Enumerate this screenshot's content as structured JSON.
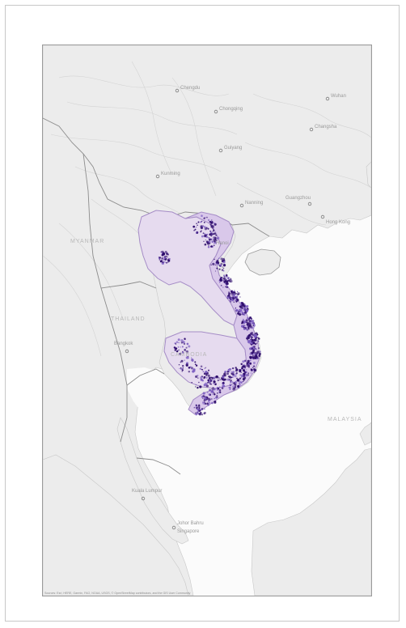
{
  "map": {
    "base_colors": {
      "land": "#ececec",
      "sea": "#fbfbfb",
      "border": "#8c8c8c",
      "relief": "#d2d2d2",
      "highlight_fill": "#e3d7ee",
      "highlight_border": "#a58cc6",
      "density_dark": "#2c0a6b",
      "density_light": "#7b5cc0"
    },
    "cities": [
      {
        "name": "Chengdu"
      },
      {
        "name": "Chongqing"
      },
      {
        "name": "Wuhan"
      },
      {
        "name": "Changsha"
      },
      {
        "name": "Guiyang"
      },
      {
        "name": "Kunming"
      },
      {
        "name": "Nanning"
      },
      {
        "name": "Guangzhou"
      },
      {
        "name": "Hong Kong"
      },
      {
        "name": "Hanoi"
      },
      {
        "name": "Bangkok"
      },
      {
        "name": "Kuala Lumpur"
      },
      {
        "name": "Johor Bahru"
      },
      {
        "name": "Singapore"
      }
    ],
    "country_labels": [
      {
        "name": "MYANMAR"
      },
      {
        "name": "THAILAND"
      },
      {
        "name": "CAMBODIA"
      },
      {
        "name": "MALAYSIA"
      }
    ],
    "attribution": "Sources: Esri, HERE, Garmin, FAO, NOAA, USGS, © OpenStreetMap contributors, and the GIS User Community"
  }
}
